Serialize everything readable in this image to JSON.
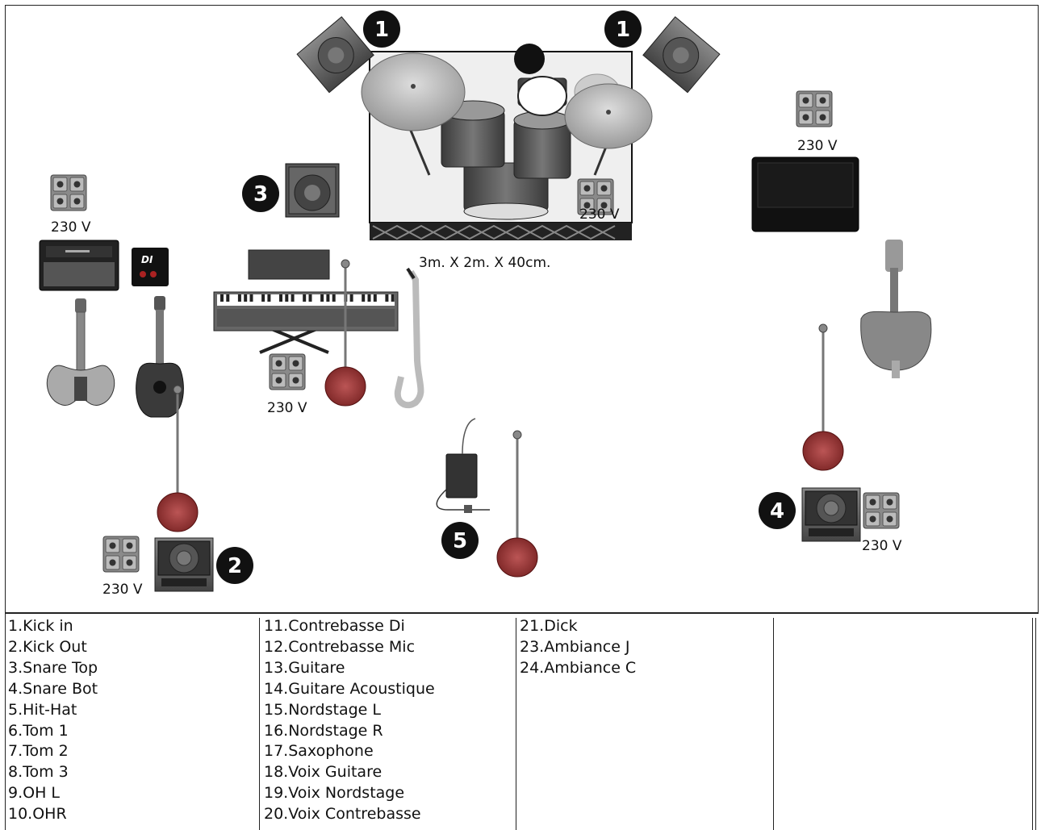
{
  "stage": {
    "riser_label": "3m. X 2m. X 40cm.",
    "power_label": "230 V",
    "markers": [
      "1",
      "1",
      "2",
      "3",
      "4",
      "5"
    ]
  },
  "legend": {
    "col1": [
      "1.Kick in",
      "2.Kick Out",
      "3.Snare Top",
      "4.Snare Bot",
      "5.Hit-Hat",
      "6.Tom 1",
      "7.Tom 2",
      "8.Tom 3",
      "9.OH L",
      "10.OHR"
    ],
    "col2": [
      "11.Contrebasse Di",
      "12.Contrebasse Mic",
      "13.Guitare",
      "14.Guitare Acoustique",
      "15.Nordstage L",
      "16.Nordstage R",
      "17.Saxophone",
      "18.Voix Guitare",
      "19.Voix Nordstage",
      "20.Voix Contrebasse"
    ],
    "col3": [
      "21.Dick",
      "23.Ambiance J",
      "24.Ambiance C"
    ],
    "col4": []
  },
  "di_box": {
    "label": "DI"
  },
  "colors": {
    "equipment": "#555555",
    "dark": "#111111",
    "cymbal": "#bcbcbc"
  }
}
